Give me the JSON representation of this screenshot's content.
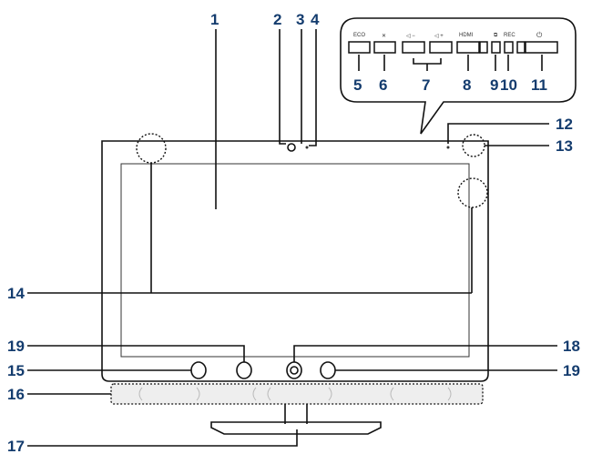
{
  "title": "Monitor front view parts diagram",
  "callouts": [
    "1",
    "2",
    "3",
    "4",
    "5",
    "6",
    "7",
    "8",
    "9",
    "10",
    "11",
    "12",
    "13",
    "14",
    "15",
    "16",
    "17",
    "18",
    "19",
    "19"
  ],
  "button_labels": {
    "eco": "ECO",
    "hdmi": "HDMI",
    "rec": "REC"
  },
  "colors": {
    "label": "#143c6e",
    "line": "#111111"
  }
}
